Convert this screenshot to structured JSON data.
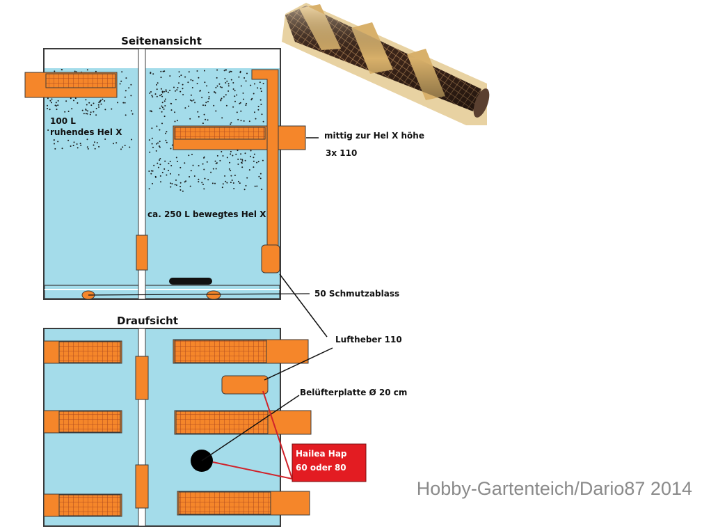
{
  "colors": {
    "water": "#a4dcea",
    "orange": "#f5862a",
    "outline": "#3a3a3a",
    "mesh": "#b04a1f",
    "red_box": "#e31c22",
    "red_line": "#d0222a",
    "credit": "#8a8a8a"
  },
  "side_view": {
    "title": "Seitenansicht",
    "label_resting": [
      "100 L",
      "ruhendes Hel X"
    ],
    "label_moving": "ca. 250 L bewegtes Hel X",
    "label_mid_outlet": "mittig zur Hel X höhe",
    "label_mid_outlet_count": "3x 110",
    "label_drain": "50 Schmutzablass"
  },
  "top_view": {
    "title": "Draufsicht",
    "label_airlift": "Luftheber 110",
    "label_aerator": "Belüfterplatte Ø 20 cm",
    "pump_label": [
      "Hailea Hap",
      "60 oder 80"
    ]
  },
  "photo": {
    "subject": "filter-tube-photo"
  },
  "credit": "Hobby-Gartenteich/Dario87 2014"
}
